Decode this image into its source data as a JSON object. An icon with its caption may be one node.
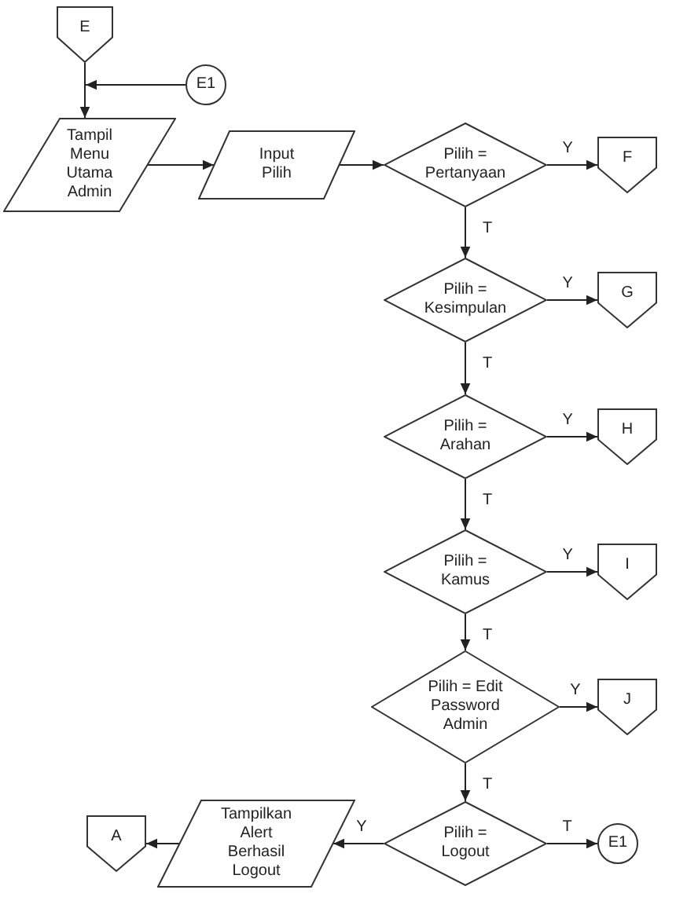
{
  "diagram": {
    "nodes": [
      {
        "text": [
          "E"
        ]
      },
      {
        "text": [
          "E1"
        ]
      },
      {
        "text": [
          "Tampil Menu Utama Admin"
        ]
      },
      {
        "text": [
          "Input Pilih"
        ]
      },
      {
        "text": [
          "Pilih = Pertanyaan"
        ]
      },
      {
        "text": [
          "F"
        ]
      },
      {
        "text": [
          "Pilih = Kesimpulan"
        ]
      },
      {
        "text": [
          "G"
        ]
      },
      {
        "text": [
          "Pilih = Arahan"
        ]
      },
      {
        "text": [
          "H"
        ]
      },
      {
        "text": [
          "Pilih = Kamus"
        ]
      },
      {
        "text": [
          "I"
        ]
      },
      {
        "text": [
          "Pilih = Edit Password Admin"
        ]
      },
      {
        "text": [
          "J"
        ]
      },
      {
        "text": [
          "A"
        ]
      },
      {
        "text": [
          "Tampilkan Alert Berhasil Logout"
        ]
      },
      {
        "text": [
          "Pilih = Logout"
        ]
      },
      {
        "text": [
          "E1"
        ]
      }
    ],
    "edges": [
      {
        "from": 0,
        "to": 2,
        "arrow": "to"
      },
      {
        "from": 1,
        "to": 2,
        "arrow": "to"
      },
      {
        "from": 2,
        "to": 3,
        "arrow": "to"
      },
      {
        "from": 3,
        "to": 4,
        "arrow": "to"
      },
      {
        "from": 4,
        "to": 5,
        "arrow": "to",
        "label": "Y"
      },
      {
        "from": 4,
        "to": 6,
        "arrow": "to",
        "label": "T"
      },
      {
        "from": 6,
        "to": 7,
        "arrow": "to",
        "label": "Y"
      },
      {
        "from": 6,
        "to": 8,
        "arrow": "to",
        "label": "T"
      },
      {
        "from": 8,
        "to": 9,
        "arrow": "to",
        "label": "Y"
      },
      {
        "from": 8,
        "to": 10,
        "arrow": "to",
        "label": "T"
      },
      {
        "from": 10,
        "to": 11,
        "arrow": "to",
        "label": "Y"
      },
      {
        "from": 10,
        "to": 12,
        "arrow": "to",
        "label": "T"
      },
      {
        "from": 12,
        "to": 13,
        "arrow": "to",
        "label": "Y"
      },
      {
        "from": 12,
        "to": 16,
        "arrow": "to",
        "label": "T"
      },
      {
        "from": 16,
        "to": 15,
        "arrow": "to",
        "label": "Y"
      },
      {
        "from": 16,
        "to": 17,
        "arrow": "to",
        "label": "T"
      },
      {
        "from": 15,
        "to": 14,
        "arrow": "to"
      }
    ]
  }
}
